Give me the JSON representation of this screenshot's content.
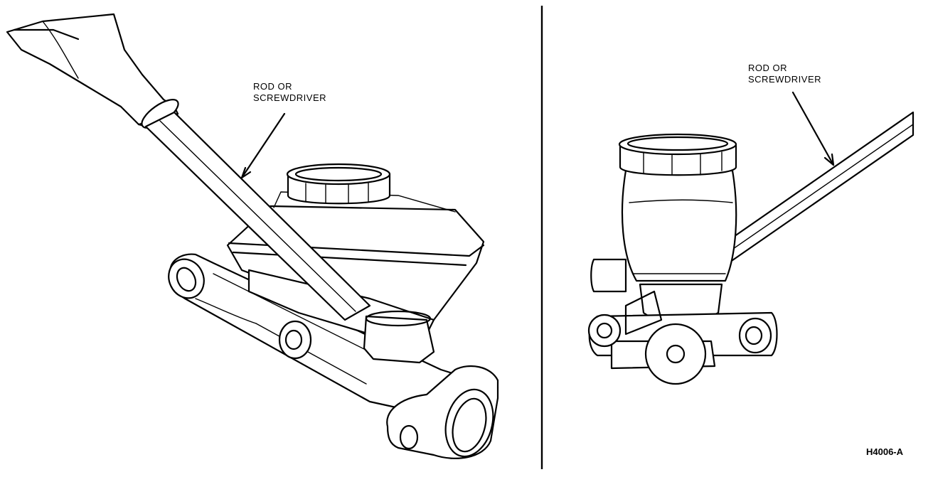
{
  "left_view": {
    "callout_line1": "ROD OR",
    "callout_line2": "SCREWDRIVER"
  },
  "right_view": {
    "callout_line1": "ROD OR",
    "callout_line2": "SCREWDRIVER"
  },
  "figure_id": "H4006-A"
}
